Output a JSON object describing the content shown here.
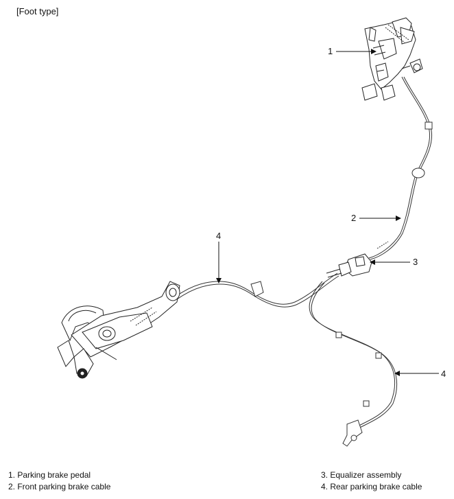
{
  "heading": "[Foot type]",
  "callouts": [
    "1",
    "2",
    "3",
    "4",
    "4"
  ],
  "legend": {
    "left": [
      "1. Parking brake pedal",
      "2. Front parking brake cable"
    ],
    "right": [
      "3. Equalizer assembly",
      "4. Rear parking brake cable"
    ]
  }
}
